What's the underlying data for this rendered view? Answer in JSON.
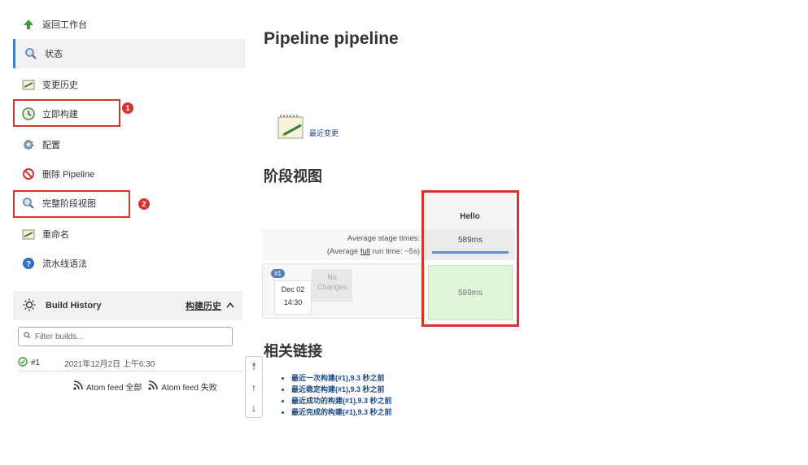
{
  "sidebar": {
    "items": [
      {
        "label": "返回工作台",
        "icon": "arrow-up-icon"
      },
      {
        "label": "状态",
        "icon": "search-icon"
      },
      {
        "label": "变更历史",
        "icon": "notepad-icon"
      },
      {
        "label": "立即构建",
        "icon": "clock-build-icon"
      },
      {
        "label": "配置",
        "icon": "gear-icon"
      },
      {
        "label": "删除 Pipeline",
        "icon": "no-entry-icon"
      },
      {
        "label": "完整阶段视图",
        "icon": "search-icon"
      },
      {
        "label": "重命名",
        "icon": "notepad-icon"
      },
      {
        "label": "流水线语法",
        "icon": "help-icon"
      }
    ],
    "annotations": [
      "1",
      "2"
    ]
  },
  "build_history": {
    "title": "Build History",
    "title_zh": "构建历史",
    "filter_placeholder": "Filter builds...",
    "build_number": "#1",
    "build_date": "2021年12月2日 上午6:30",
    "feed_all": "Atom feed 全部",
    "feed_fail": "Atom feed 失败"
  },
  "main": {
    "title": "Pipeline pipeline",
    "recent_changes": "最近变更",
    "stage_view_title": "阶段视图",
    "related_title": "相关链接",
    "related_links": [
      "最近一次构建(#1),9.3 秒之前",
      "最近稳定构建(#1),9.3 秒之前",
      "最近成功的构建(#1),9.3 秒之前",
      "最近完成的构建(#1),9.3 秒之前"
    ]
  },
  "stage_view": {
    "stage_name": "Hello",
    "avg_label": "Average stage times:",
    "avg_full_prefix": "(Average ",
    "avg_full_link": "full",
    "avg_full_suffix": " run time: ~5s)",
    "avg_time": "589ms",
    "build_badge": "#1",
    "build_date": "Dec 02",
    "build_time": "14:30",
    "no_changes": "No Changes",
    "stage_time": "589ms"
  },
  "scroll": {
    "top": "⤒",
    "up": "↑",
    "down": "↓"
  },
  "colors": {
    "highlight": "#d9342b",
    "success": "#dff6d8",
    "link": "#204a87",
    "active_border": "#3a84c9"
  }
}
